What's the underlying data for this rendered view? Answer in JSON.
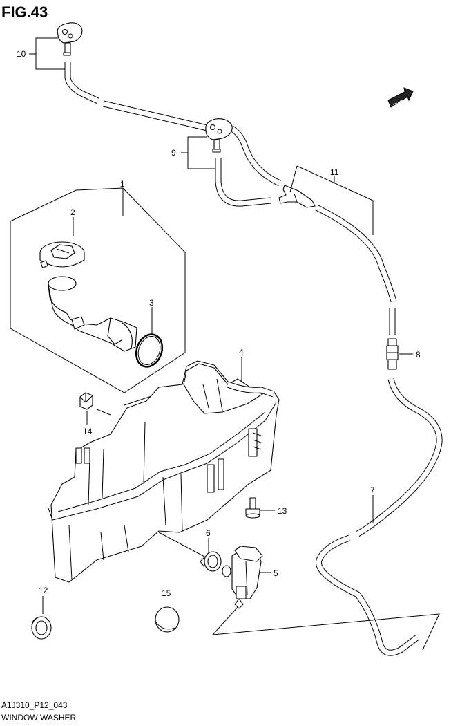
{
  "figure": {
    "title": "FIG.43"
  },
  "footer": {
    "code": "A1J310_P12_043",
    "name": "WINDOW WASHER"
  },
  "fwd_badge": "FWD",
  "callouts": {
    "c1": "1",
    "c2": "2",
    "c3": "3",
    "c4": "4",
    "c5": "5",
    "c6": "6",
    "c7": "7",
    "c8": "8",
    "c9": "9",
    "c10": "10",
    "c11": "11",
    "c12": "12",
    "c13": "13",
    "c14": "14",
    "c15": "15"
  }
}
